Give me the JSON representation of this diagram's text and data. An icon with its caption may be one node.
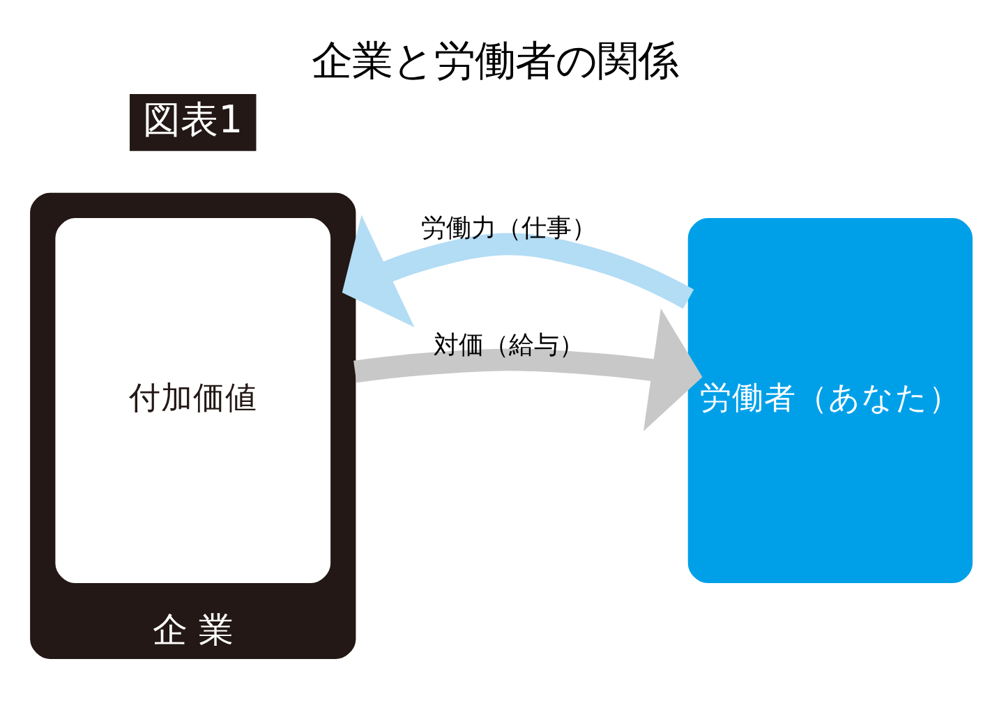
{
  "diagram": {
    "title": "企業と労働者の関係",
    "nodes": [
      {
        "text": [
          "企 業"
        ]
      },
      {
        "text": [
          "付加価値"
        ],
        "in": 0
      },
      {
        "text": [
          "労働者（あなた）"
        ]
      }
    ],
    "edges": [
      {
        "from": 2,
        "to": 0,
        "arrow": "to",
        "label": "労働力（仕事）",
        "color": "#b3dcf5"
      },
      {
        "from": 0,
        "to": 2,
        "arrow": "to",
        "label": "対価（給与）",
        "color": "#c8c8c8"
      }
    ],
    "labels": [
      "図表1"
    ]
  }
}
